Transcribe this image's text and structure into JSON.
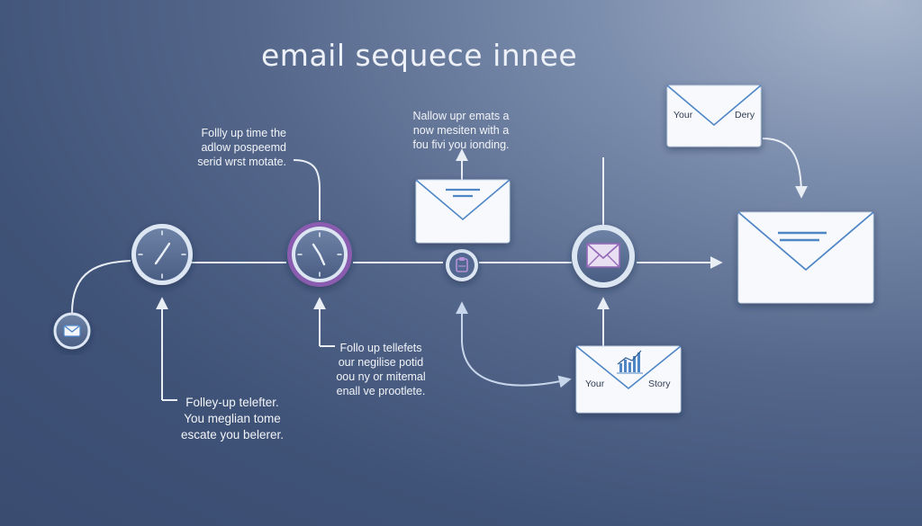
{
  "title": "email sequece innee",
  "notes": {
    "top_left": [
      "Follly up time the",
      "adlow pospeemd",
      "serid wrst motate."
    ],
    "top_center": [
      "Nallow upr emats a",
      "now mesiten with a",
      "fou fivi you ionding."
    ],
    "bottom_center": [
      "Follo up tellefets",
      "our negilise potid",
      "oou ny or mitemal",
      "enall ve prootlete."
    ],
    "bottom_left": [
      "Folley-up telefter.",
      "You meglian tome",
      "escate you belerer."
    ]
  },
  "cards": {
    "top_right": {
      "left_label": "Your",
      "right_label": "Dery"
    },
    "bottom_right": {
      "left_label": "Your",
      "right_label": "Story"
    }
  },
  "icons": {
    "start": "mail-icon",
    "clock_1": "clock-icon",
    "clock_2": "clock-icon",
    "hub": "clipboard-icon",
    "email_node": "open-envelope-icon",
    "chart": "bar-chart-icon"
  },
  "colors": {
    "accent_purple": "#7b4fa0",
    "node_ring": "#dbe6f2",
    "envelope_line": "#4f86c6",
    "connector": "#e9eef5"
  }
}
